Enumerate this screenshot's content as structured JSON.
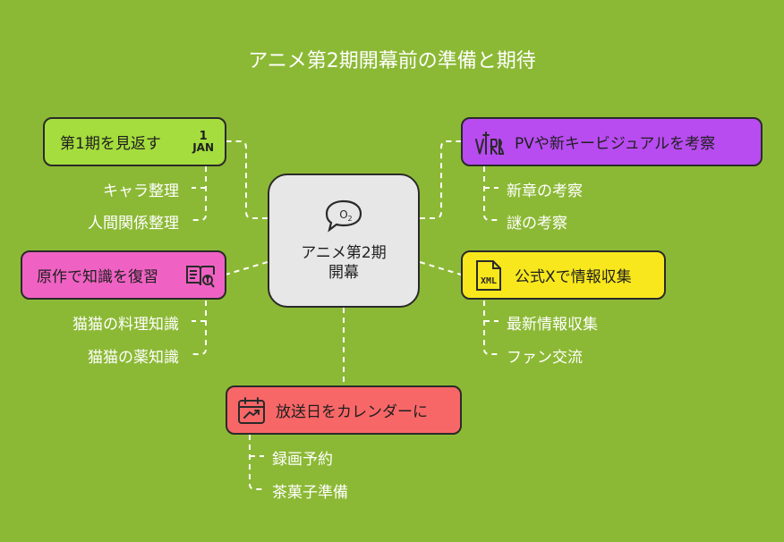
{
  "title": "アニメ第2期開幕前の準備と期待",
  "center": {
    "line1": "アニメ第2期",
    "line2": "開幕"
  },
  "nodes": {
    "rewatch": {
      "label": "第1期を見返す",
      "icon_name": "calendar-jan-icon",
      "icon_day": "1",
      "icon_month": "JAN",
      "color": "#a4dd3d",
      "subs": [
        "キャラ整理",
        "人間関係整理"
      ]
    },
    "original": {
      "label": "原作で知識を復習",
      "icon_name": "book-search-icon",
      "color": "#ef62c3",
      "subs": [
        "猫猫の料理知識",
        "猫猫の薬知識"
      ]
    },
    "pv": {
      "label": "PVや新キービジュアルを考察",
      "icon_name": "vine-logo-icon",
      "color": "#b84cf0",
      "subs": [
        "新章の考察",
        "謎の考察"
      ]
    },
    "official": {
      "label": "公式Xで情報収集",
      "icon_name": "xml-file-icon",
      "icon_text": "XML",
      "color": "#f8e71c",
      "subs": [
        "最新情報収集",
        "ファン交流"
      ]
    },
    "calendar": {
      "label": "放送日をカレンダーに",
      "icon_name": "calendar-icon",
      "color": "#f86767",
      "subs": [
        "録画予約",
        "茶菓子準備"
      ]
    }
  }
}
